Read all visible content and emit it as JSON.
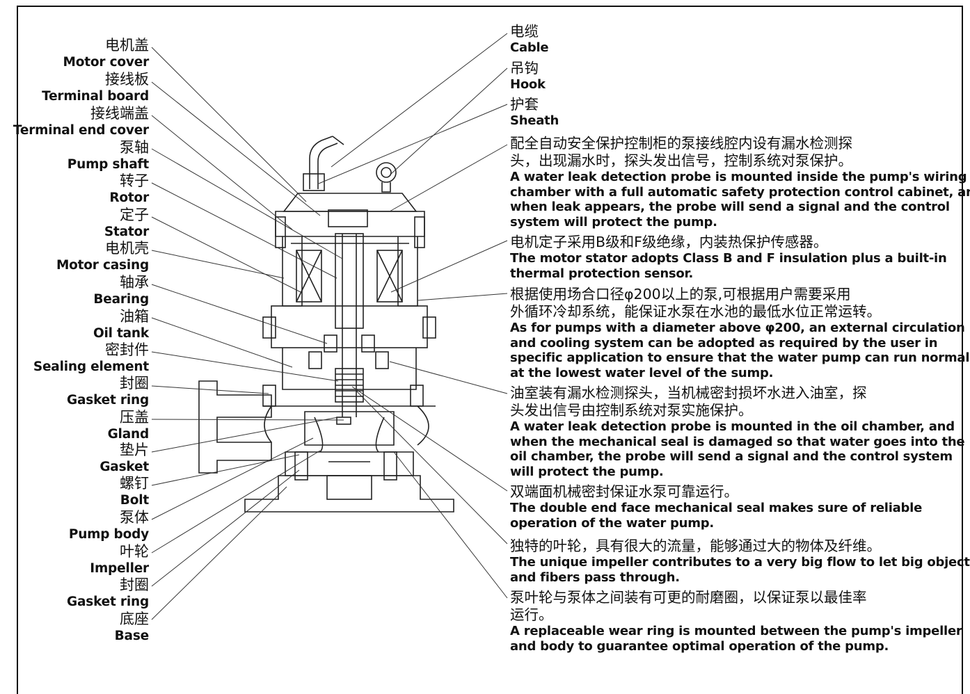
{
  "left_labels": [
    {
      "cn": "电机盖",
      "en": "Motor cover"
    },
    {
      "cn": "接线板",
      "en": "Terminal board"
    },
    {
      "cn": "接线端盖",
      "en": "Terminal end cover"
    },
    {
      "cn": "泵轴",
      "en": "Pump shaft"
    },
    {
      "cn": "转子",
      "en": "Rotor"
    },
    {
      "cn": "定子",
      "en": "Stator"
    },
    {
      "cn": "电机壳",
      "en": "Motor casing"
    },
    {
      "cn": "轴承",
      "en": "Bearing"
    },
    {
      "cn": "油箱",
      "en": "Oil tank"
    },
    {
      "cn": "密封件",
      "en": "Sealing element"
    },
    {
      "cn": "封圈",
      "en": "Gasket ring"
    },
    {
      "cn": "压盖",
      "en": "Gland"
    },
    {
      "cn": "垫片",
      "en": "Gasket"
    },
    {
      "cn": "螺钉",
      "en": "Bolt"
    },
    {
      "cn": "泵体",
      "en": "Pump body"
    },
    {
      "cn": "叶轮",
      "en": "Impeller"
    },
    {
      "cn": "封圈",
      "en": "Gasket ring"
    },
    {
      "cn": "底座",
      "en": "Base"
    }
  ],
  "right_labels": [
    {
      "cn": [
        "电缆"
      ],
      "en": [
        "Cable"
      ]
    },
    {
      "cn": [
        "吊钩"
      ],
      "en": [
        "Hook"
      ]
    },
    {
      "cn": [
        "护套"
      ],
      "en": [
        "Sheath"
      ]
    },
    {
      "cn": [
        "配全自动安全保护控制柜的泵接线腔内设有漏水检测探",
        "头，出现漏水时，探头发出信号，控制系统对泵保护。"
      ],
      "en": [
        "A water leak detection probe is mounted inside the pump's wiring",
        "chamber with a full automatic safety protection control cabinet, and",
        "when leak appears, the probe will send a signal and the control",
        "system will protect the pump."
      ]
    },
    {
      "cn": [
        "电机定子采用B级和F级绝缘，内装热保护传感器。"
      ],
      "en": [
        "The motor stator adopts Class B and F insulation plus a built-in",
        "thermal protection sensor."
      ]
    },
    {
      "cn": [
        "根据使用场合口径φ200以上的泵,可根据用户需要采用",
        "外循环冷却系统，能保证水泵在水池的最低水位正常运转。"
      ],
      "en": [
        "As for pumps with a diameter above φ200, an external circulation",
        "and cooling system can be adopted as required by the user in",
        "specific application to ensure that the water pump can run normally",
        "at the lowest water level of the sump."
      ]
    },
    {
      "cn": [
        "油室装有漏水检测探头，当机械密封损坏水进入油室，探",
        "头发出信号由控制系统对泵实施保护。"
      ],
      "en": [
        "A water leak detection probe is mounted in the oil chamber, and",
        "when the mechanical seal is damaged so that water goes into the",
        "oil chamber, the probe will send a signal and the control system",
        "will protect the pump."
      ]
    },
    {
      "cn": [
        "双端面机械密封保证水泵可靠运行。"
      ],
      "en": [
        "The double end face mechanical seal makes sure of reliable",
        "operation of the water pump."
      ]
    },
    {
      "cn": [
        "独特的叶轮，具有很大的流量，能够通过大的物体及纤维。"
      ],
      "en": [
        "The unique impeller contributes to a very big flow to let big objects",
        "and fibers pass through."
      ]
    },
    {
      "cn": [
        "泵叶轮与泵体之间装有可更的耐磨圈，以保证泵以最佳率",
        "运行。"
      ],
      "en": [
        "A replaceable wear ring is mounted between the pump's impeller",
        "and body to guarantee optimal operation of the pump."
      ]
    }
  ]
}
